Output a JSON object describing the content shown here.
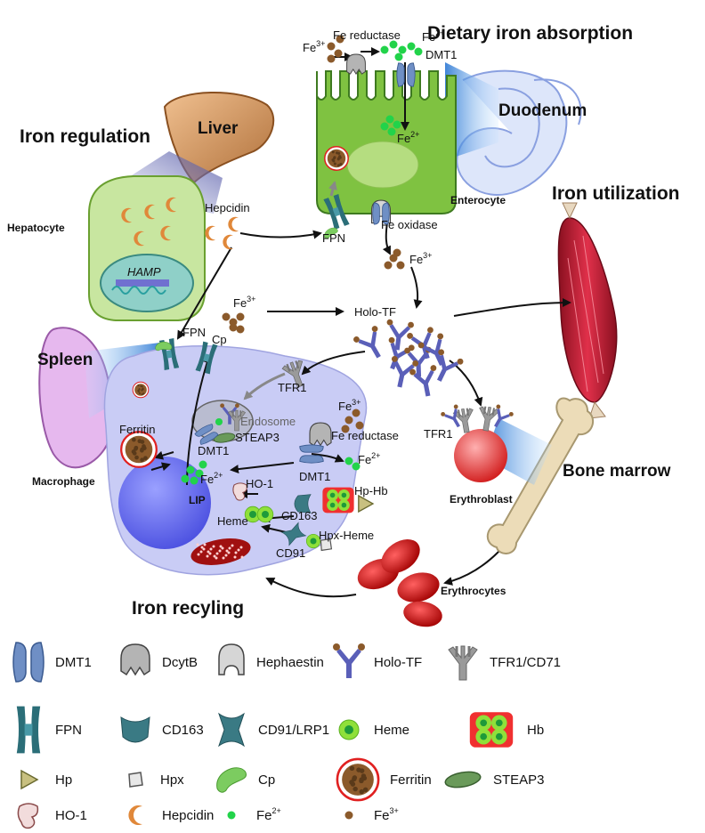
{
  "titles": {
    "dietary": "Dietary iron absorption",
    "regulation": "Iron regulation",
    "utilization": "Iron utilization",
    "recycling": "Iron recyling"
  },
  "organs": {
    "liver": "Liver",
    "duodenum": "Duodenum",
    "spleen": "Spleen",
    "bone_marrow": "Bone marrow"
  },
  "cells": {
    "enterocyte": "Enterocyte",
    "hepatocyte": "Hepatocyte",
    "macrophage": "Macrophage",
    "erythroblast": "Erythroblast",
    "erythrocytes": "Erythrocytes"
  },
  "labels": {
    "fe3_top": "Fe",
    "fe3_top_sup": "3+",
    "fe_reductase_top": "Fe reductase",
    "fe2_top": "Fe",
    "fe2_top_sup": "2+",
    "dmt1_top": "DMT1",
    "fe2_ent": "Fe",
    "fe2_ent_sup": "2+",
    "fpn_ent": "FPN",
    "fe_oxidase": "Fe oxidase",
    "fe3_below": "Fe",
    "fe3_below_sup": "3+",
    "hepcidin": "Hepcidin",
    "hamp": "HAMP",
    "fe3_cp": "Fe",
    "fe3_cp_sup": "3+",
    "cp": "Cp",
    "holo_tf": "Holo-TF",
    "fpn_mac": "FPN",
    "tfr1_mac": "TFR1",
    "endosome": "Endosome",
    "steap3": "STEAP3",
    "dmt1_endo": "DMT1",
    "fe3_red": "Fe",
    "fe3_red_sup": "3+",
    "fe_reductase_mac": "Fe reductase",
    "fe2_red": "Fe",
    "fe2_red_sup": "2+",
    "dmt1_mac": "DMT1",
    "ferritin": "Ferritin",
    "fe2_lip": "Fe",
    "fe2_lip_sup": "2+",
    "lip": "LIP",
    "ho1": "HO-1",
    "hp_hb": "Hp-Hb",
    "cd163": "CD163",
    "heme": "Heme",
    "hpx_heme": "Hpx-Heme",
    "cd91": "CD91",
    "tfr1_ery": "TFR1"
  },
  "legend": [
    {
      "icon": "dmt1",
      "label": "DMT1"
    },
    {
      "icon": "dcytb",
      "label": "DcytB"
    },
    {
      "icon": "hephaestin",
      "label": "Hephaestin"
    },
    {
      "icon": "holotf",
      "label": "Holo-TF"
    },
    {
      "icon": "tfr1",
      "label": "TFR1/CD71"
    },
    {
      "icon": "fpn",
      "label": "FPN"
    },
    {
      "icon": "cd163",
      "label": "CD163"
    },
    {
      "icon": "cd91",
      "label": "CD91/LRP1"
    },
    {
      "icon": "heme",
      "label": "Heme"
    },
    {
      "icon": "hb",
      "label": "Hb"
    },
    {
      "icon": "hp",
      "label": "Hp"
    },
    {
      "icon": "hpx",
      "label": "Hpx"
    },
    {
      "icon": "cp",
      "label": "Cp"
    },
    {
      "icon": "ferritin",
      "label": "Ferritin"
    },
    {
      "icon": "steap3",
      "label": "STEAP3"
    },
    {
      "icon": "ho1",
      "label": "HO-1"
    },
    {
      "icon": "hepcidin",
      "label": "Hepcidin"
    },
    {
      "icon": "fe2",
      "label": "Fe",
      "sup": "2+"
    },
    {
      "icon": "fe3",
      "label": "Fe",
      "sup": "3+"
    }
  ],
  "colors": {
    "enterocyte": "#7fc241",
    "hepatocyte": "#c8e6a0",
    "macrophage": "#c9ccf5",
    "dmt1": "#6f8fc5",
    "fpn": "#2b6e78",
    "fe2": "#22d34a",
    "fe3": "#8b5a2b",
    "hepcidin": "#e0883a",
    "holo_tf": "#5a5fb8",
    "tfr1": "#9a9a9a",
    "heme": "#8fe03a",
    "hb": "#f03030",
    "erythrocyte": "#c01010",
    "muscle": "#c0203a",
    "bone": "#ecdcb8"
  }
}
